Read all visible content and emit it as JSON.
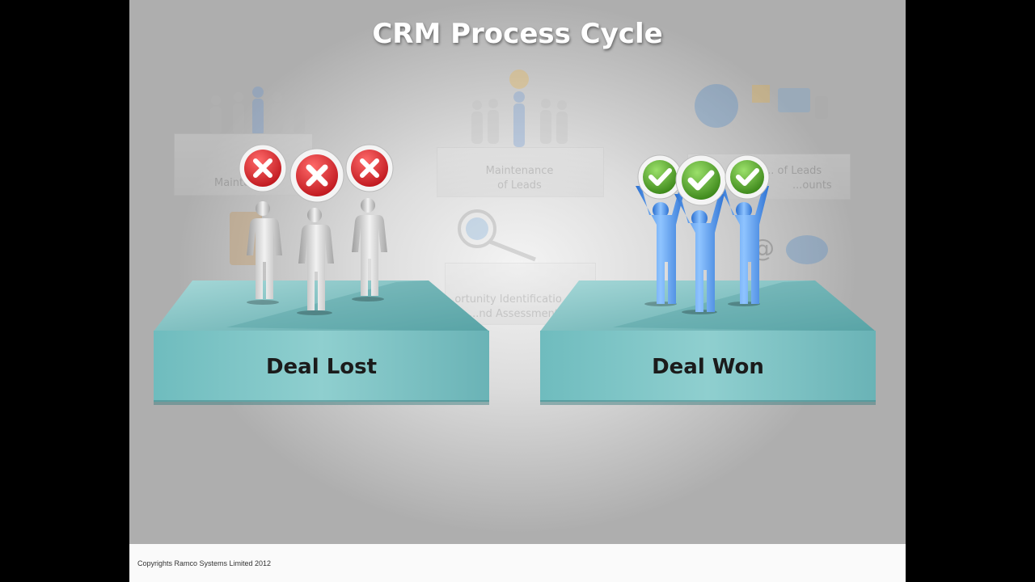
{
  "slide": {
    "title": "CRM Process Cycle",
    "footer": "Copyrights Ramco Systems Limited 2012"
  },
  "background_stages": {
    "stage_1": "Mainte...",
    "stage_2_line1": "Maintenance",
    "stage_2_line2": "of Leads",
    "stage_3_line1": "... of Leads",
    "stage_3_line2": "...ounts",
    "stage_4_line1": "...ortunity Identificatio",
    "stage_4_line2": "...nd Assessment"
  },
  "outcomes": {
    "lost": {
      "label": "Deal Lost",
      "marker": "red-x-icon",
      "count": 3
    },
    "won": {
      "label": "Deal Won",
      "marker": "green-check-icon",
      "count": 3
    }
  },
  "colors": {
    "block_teal": "#7fc4c6",
    "lost_badge": "#d9262c",
    "won_badge": "#5aa62c",
    "won_figure": "#3f86e0",
    "title": "#ffffff"
  }
}
